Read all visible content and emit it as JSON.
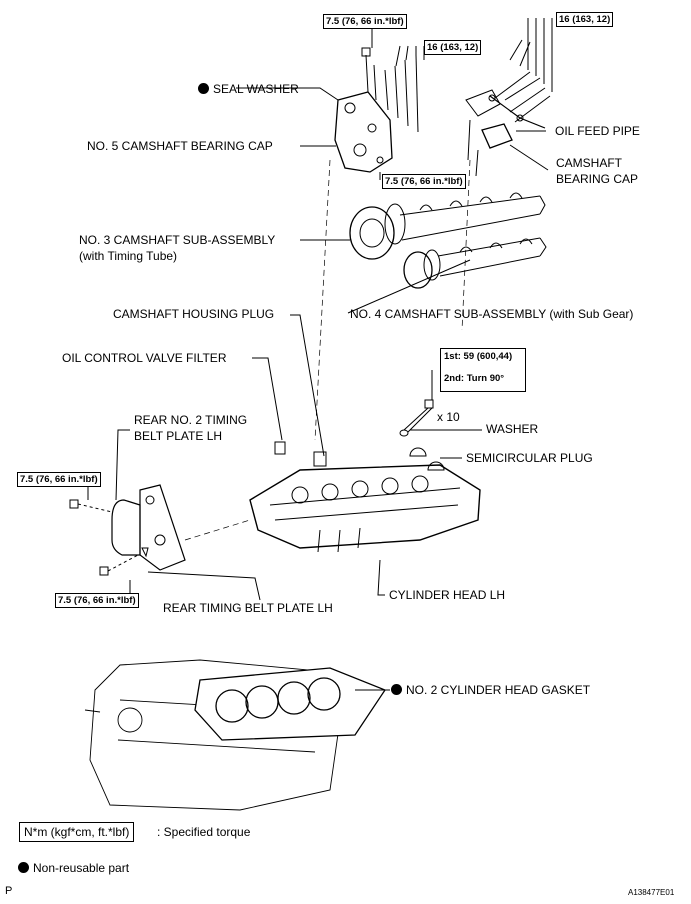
{
  "labels": {
    "seal_washer": "SEAL WASHER",
    "no5_cap": "NO. 5 CAMSHAFT BEARING CAP",
    "oil_feed_pipe": "OIL FEED PIPE",
    "camshaft_bearing_cap_1": "CAMSHAFT",
    "camshaft_bearing_cap_2": "BEARING CAP",
    "no3_cam_1": "NO. 3 CAMSHAFT SUB-ASSEMBLY",
    "no3_cam_2": "(with Timing Tube)",
    "housing_plug": "CAMSHAFT HOUSING PLUG",
    "no4_cam": "NO. 4 CAMSHAFT SUB-ASSEMBLY (with Sub Gear)",
    "ocv_filter": "OIL CONTROL VALVE FILTER",
    "rear_no2_1": "REAR NO. 2 TIMING",
    "rear_no2_2": "BELT PLATE LH",
    "washer": "WASHER",
    "x10": "x 10",
    "semicircular_plug": "SEMICIRCULAR PLUG",
    "rear_timing_plate": "REAR TIMING BELT PLATE LH",
    "cylinder_head": "CYLINDER HEAD LH",
    "gasket": "NO. 2 CYLINDER HEAD GASKET"
  },
  "torques": {
    "t_7_5_a": "7.5 (76, 66 in.*lbf)",
    "t_16_a": "16 (163, 12)",
    "t_16_b": "16 (163, 12)",
    "t_7_5_b": "7.5 (76, 66 in.*lbf)",
    "t_7_5_c": "7.5 (76, 66 in.*lbf)",
    "t_7_5_d": "7.5 (76, 66 in.*lbf)",
    "head_bolt_1st": "1st: 59 (600,44)",
    "head_bolt_2nd": "2nd: Turn 90°"
  },
  "legend": {
    "torque_unit": "N*m (kgf*cm, ft.*lbf)",
    "torque_desc": ": Specified torque",
    "non_reusable": "Non-reusable part"
  },
  "footer": {
    "page_mark": "P",
    "figure_id": "A138477E01"
  }
}
